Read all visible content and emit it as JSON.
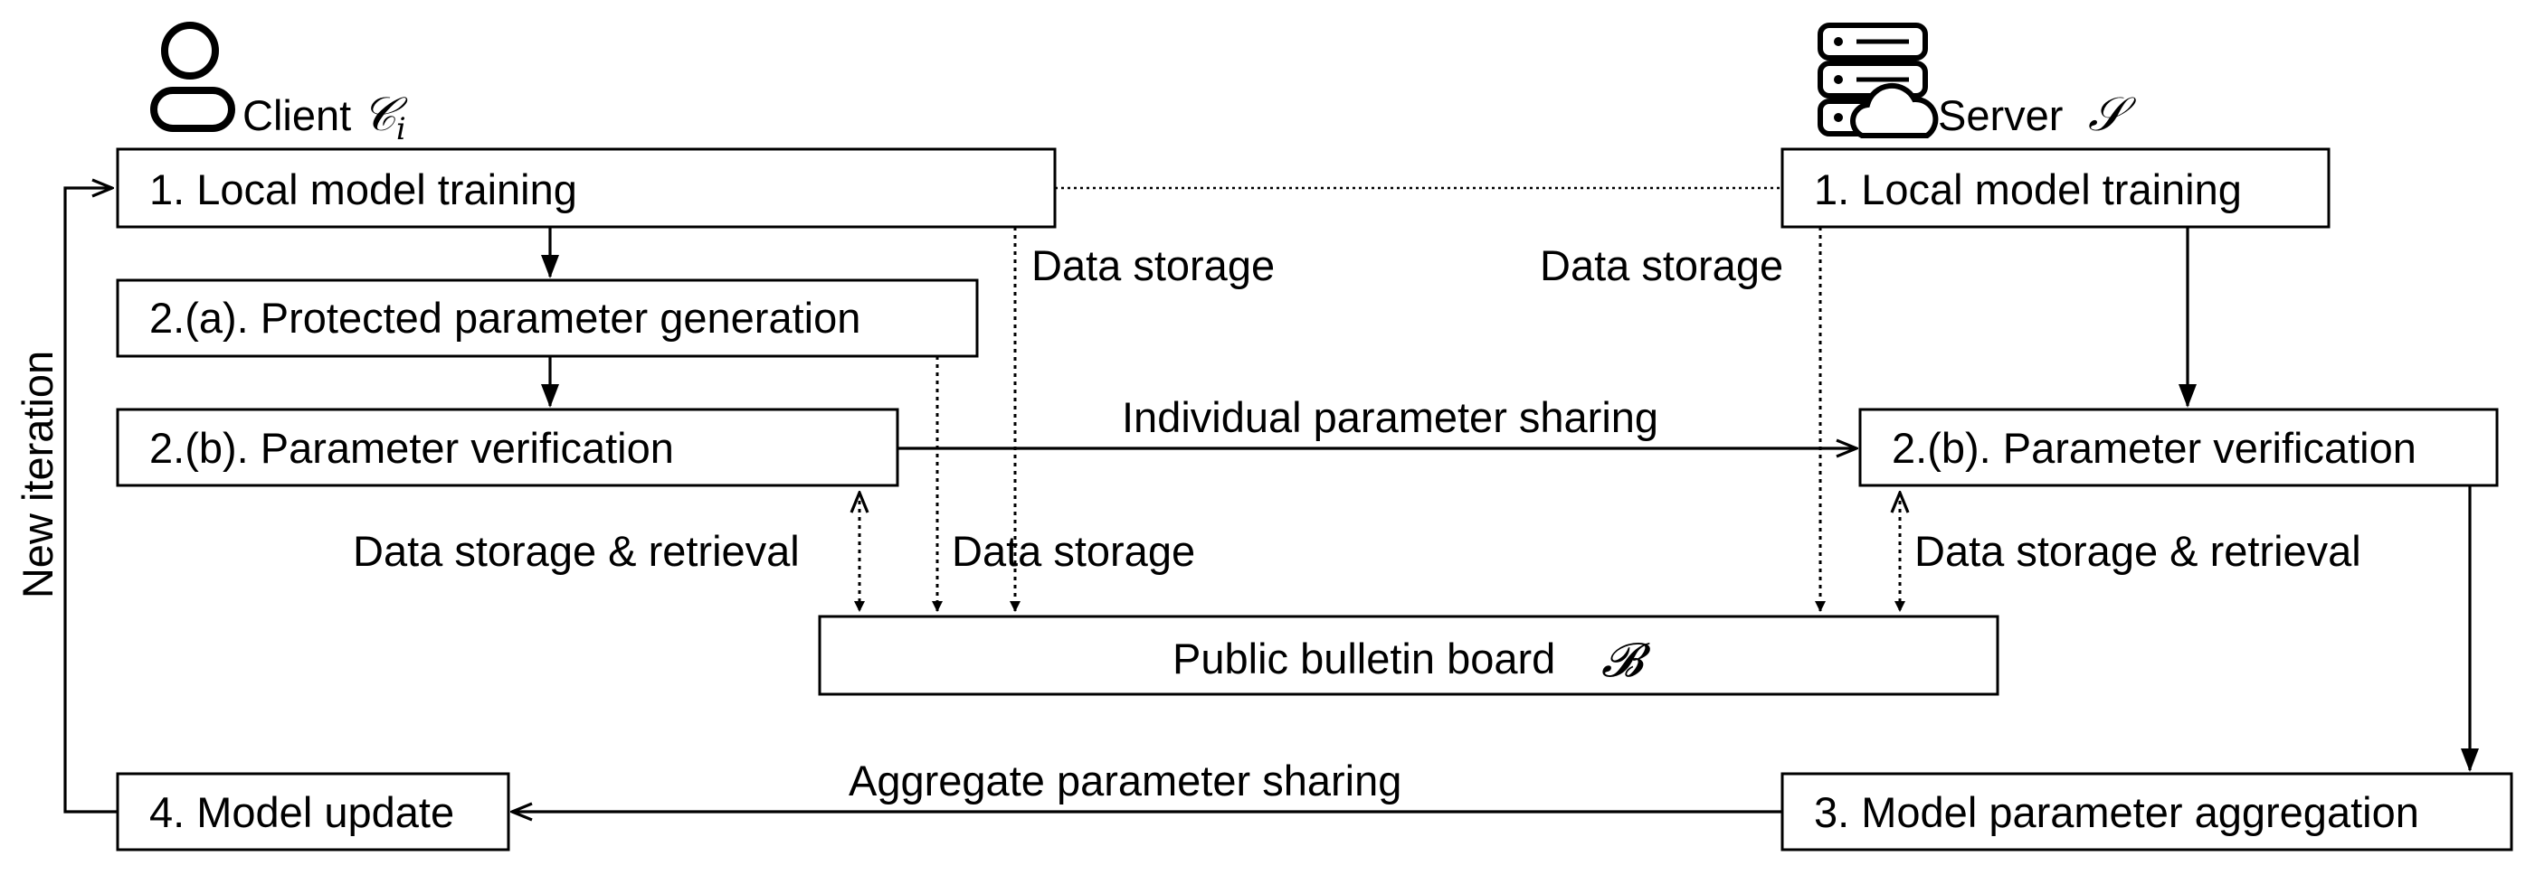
{
  "client": {
    "label": "Client",
    "symbol": "𝒞",
    "subscript": "i"
  },
  "server": {
    "label": "Server",
    "symbol": "𝒮"
  },
  "client_steps": {
    "local_training": "1. Local model training",
    "protected_generation": "2.(a). Protected parameter generation",
    "verification": "2.(b). Parameter verification",
    "model_update": "4. Model update"
  },
  "server_steps": {
    "local_training": "1. Local model training",
    "verification": "2.(b). Parameter verification",
    "aggregation": "3. Model parameter aggregation"
  },
  "board": {
    "label": "Public bulletin board",
    "symbol": "𝓑"
  },
  "edges": {
    "new_iteration": "New iteration",
    "individual_sharing": "Individual parameter sharing",
    "aggregate_sharing": "Aggregate parameter sharing",
    "data_storage": "Data storage",
    "data_storage_retrieval": "Data storage & retrieval"
  },
  "icons": {
    "client": "user-icon",
    "server": "server-cloud-icon"
  }
}
